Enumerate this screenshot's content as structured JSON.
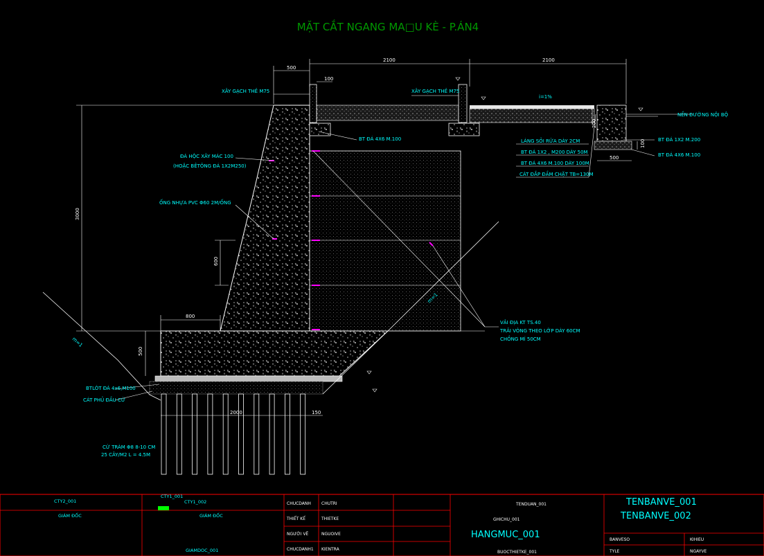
{
  "drawing_title": "MẶT CẮT NGANG MA□U KÈ - P.ÁN4",
  "dimensions": {
    "top_left": "500",
    "top_mid": "2100",
    "top_right": "2100",
    "small_100": "100",
    "height_total": "3000",
    "height_600": "600",
    "height_500": "500",
    "base_800": "800",
    "base_2000": "2000",
    "base_150": "150",
    "right_500": "500",
    "right_200": "200",
    "right_100": "100"
  },
  "labels": {
    "brick_left": "XÂY GẠCH THẺ M75",
    "brick_right": "XÂY GẠCH THẺ M75",
    "bt_4x6_top": "BT ĐÁ 4X6 M.100",
    "stone_1": "ĐÁ HỘC XÂY MÁC 100",
    "stone_2": "(HOẶC BÊTÔNG ĐÁ 1X2M250)",
    "pipe": "ỐNG NHỰA PVC Φ60 2M/ỐNG",
    "slope_pct": "i=1%",
    "pave_1": "LÁNG SỎI RỬA DÀY 2CM",
    "pave_2": "BT ĐÁ 1X2 , M200 DÀY 50M",
    "pave_3": "BT ĐÁ 4X6 M.100 DÀY 100M",
    "pave_4": "CÁT ĐẮP ĐẦM CHẶT TB=130M",
    "road": "NỀN ĐƯỜNG NỘI BỘ",
    "curb_1": "BT ĐÁ 1X2 M.200",
    "curb_2": "BT ĐÁ 4X6 M.100",
    "geo_1": "VẢI ĐỊA KT TS.40",
    "geo_2": "TRẢI VÒNG THEO LỚP DÀY 60CM",
    "geo_3": "CHỒNG MÍ 50CM",
    "base_1": "BTLÓT ĐÁ 4x6,M100",
    "base_2": "CÁT PHỦ ĐẦU CỪ",
    "piles_1": "CỪ TRÀM Φ8 8-10 CM",
    "piles_2": "25 CÂY/M2  L = 4.5M",
    "slope_left": "m=1",
    "slope_right": "m=1"
  },
  "title_block": {
    "cty2": "CTY2_001",
    "cty1_a": "CTY1_001",
    "cty1_b": "CTY1_002",
    "giamdoc_1": "GIÁM ĐỐC",
    "giamdoc_2": "GIÁM ĐỐC",
    "giamdoc_code": "GIAMDOC_001",
    "chucdanh": "CHUCDANH",
    "chutri": "CHUTRI",
    "thietke_lbl": "THIẾT KẾ",
    "thietke_val": "THIETKE",
    "nguoive_lbl": "NGƯỜI VẼ",
    "nguoive_val": "NGUOIVE",
    "chucdanh1": "CHUCDANH1",
    "kientra": "KIENTRA",
    "tenduan": "TENDUAN_001",
    "ghichu": "GHICHU_001",
    "hangmuc": "HANGMUC_001",
    "buocthietke": "BUOCTHIETKE_001",
    "tenbanve_1": "TENBANVE_001",
    "tenbanve_2": "TENBANVE_002",
    "banveso": "BANVESO",
    "kihieu": "KIHIEU",
    "tyle": "TYLE",
    "ngayve": "NGAYVE"
  },
  "colors": {
    "cyan": "#00ffff",
    "white": "#ffffff",
    "red": "#ff0000",
    "green": "#00ff00",
    "magenta": "#ff00ff",
    "yellow": "#ffff00",
    "title_green": "#009900"
  }
}
